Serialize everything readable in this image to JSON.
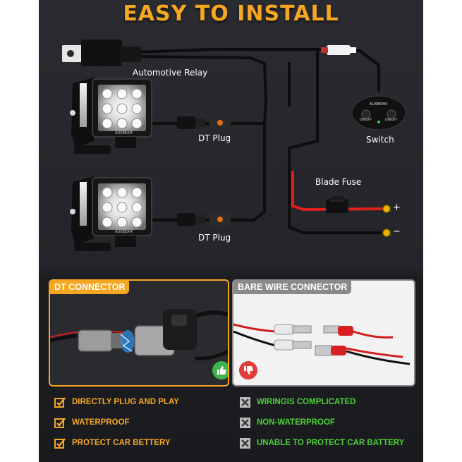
{
  "title": "EASY TO INSTALL",
  "labels": {
    "relay": "Automotive Relay",
    "dt_plug_top": "DT Plug",
    "dt_plug_bottom": "DT Plug",
    "switch": "Switch",
    "blade_fuse": "Blade Fuse",
    "plus": "+",
    "minus": "−"
  },
  "brand": "AUXBEAM",
  "switch_buttons": [
    "ON/OFF",
    "ON/OFF"
  ],
  "panels": {
    "dt": {
      "tag": "DT CONNECTOR",
      "rating": "thumbs-up"
    },
    "bare": {
      "tag": "BARE WIRE CONNECTOR",
      "rating": "thumbs-down"
    }
  },
  "pros": [
    "DIRECTLY PLUG AND PLAY",
    "WATERPROOF",
    "PROTECT CAR BETTERY"
  ],
  "cons": [
    "WIRINGIS COMPLICATED",
    "NON-WATERPROOF",
    "UNABLE TO PROTECT CAR BATTERY"
  ],
  "colors": {
    "accent": "#f5a623",
    "green_text": "#4cd137",
    "wire_red": "#e02020",
    "terminal_gold": "#e8b400"
  }
}
